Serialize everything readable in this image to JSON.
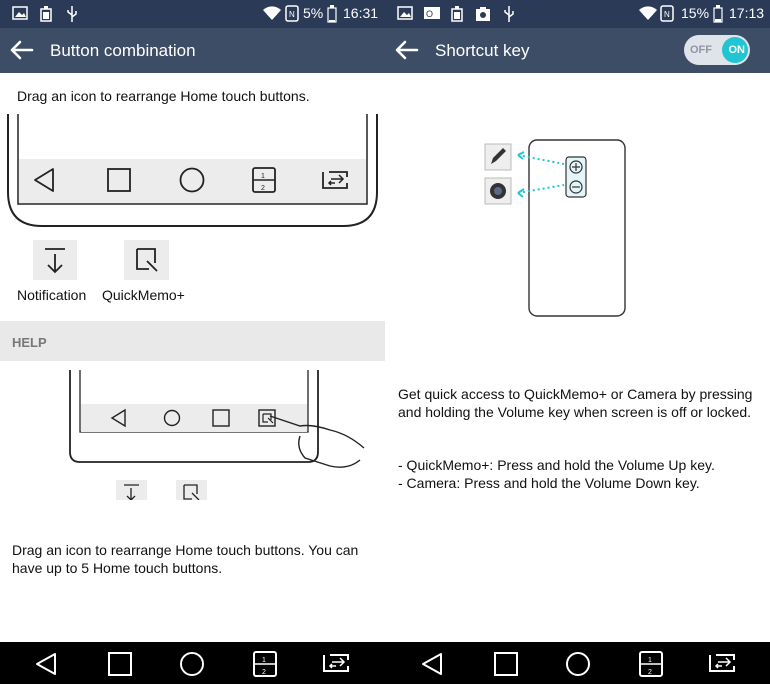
{
  "left": {
    "status": {
      "battery": "5%",
      "time": "16:31"
    },
    "appbar": {
      "title": "Button combination"
    },
    "instruction": "Drag an icon to rearrange Home touch buttons.",
    "available_buttons": [
      {
        "label": "Notification"
      },
      {
        "label": "QuickMemo+"
      }
    ],
    "help": {
      "header": "HELP",
      "text": "Drag an icon to rearrange Home touch buttons. You can have up to 5 Home touch buttons."
    }
  },
  "right": {
    "status": {
      "battery": "15%",
      "time": "17:13"
    },
    "appbar": {
      "title": "Shortcut key"
    },
    "toggle": {
      "off_label": "OFF",
      "on_label": "ON",
      "state": "on"
    },
    "description": "Get quick access to QuickMemo+ or Camera by pressing and holding the Volume key when screen is off or locked.",
    "bullets": [
      "- QuickMemo+: Press and hold the Volume Up key.",
      "- Camera: Press and hold the Volume Down key."
    ]
  },
  "colors": {
    "status_bar": "#2b3b57",
    "app_bar": "#3e4d66",
    "accent": "#20c4d2",
    "nav_bar": "#000000"
  }
}
